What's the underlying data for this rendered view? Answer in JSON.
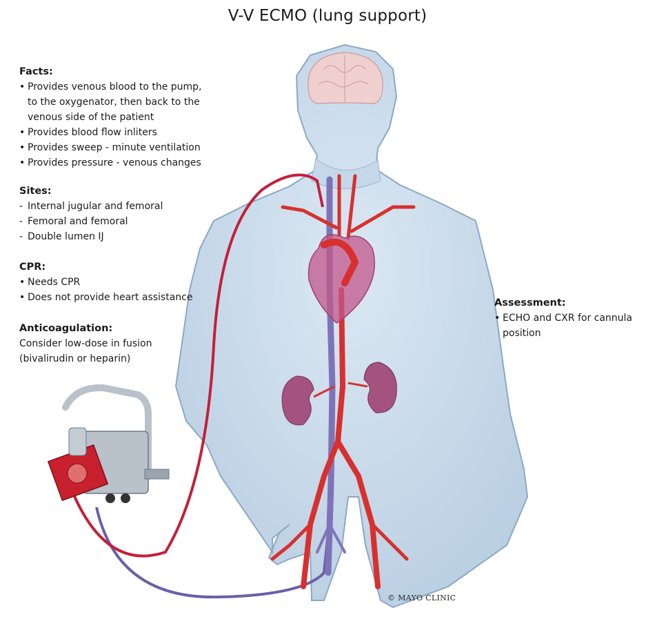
{
  "title": "V-V ECMO (lung support)",
  "facts": {
    "heading": "Facts:",
    "items": [
      [
        "Provides venous blood to the pump,",
        "to the oxygenator, then back to the",
        "venous side of the patient"
      ],
      [
        "Provides blood flow inliters"
      ],
      [
        "Provides sweep - minute ventilation"
      ],
      [
        "Provides pressure - venous changes"
      ]
    ]
  },
  "sites": {
    "heading": "Sites:",
    "items": [
      "Internal jugular and femoral",
      "Femoral and femoral",
      "Double lumen IJ"
    ]
  },
  "cpr": {
    "heading": "CPR:",
    "items": [
      "Needs CPR",
      "Does not provide heart assistance"
    ]
  },
  "anticoagulation": {
    "heading": "Anticoagulation:",
    "lines": [
      "Consider low-dose in fusion",
      "(bivalirudin or heparin)"
    ]
  },
  "assessment": {
    "heading": "Assessment:",
    "items": [
      [
        "ECHO and CXR for cannula",
        "position"
      ]
    ]
  },
  "copyright": "© MAYO CLINIC",
  "colors": {
    "skin": "#c9dcec",
    "outline": "#8aa8c6",
    "artery": "#d8302e",
    "vein": "#7f73b8",
    "heart": "#c2578a",
    "kidney": "#a4527e",
    "brain": "#f0cfcf",
    "device": "#b9c2cb",
    "pump": "#c8202e"
  }
}
